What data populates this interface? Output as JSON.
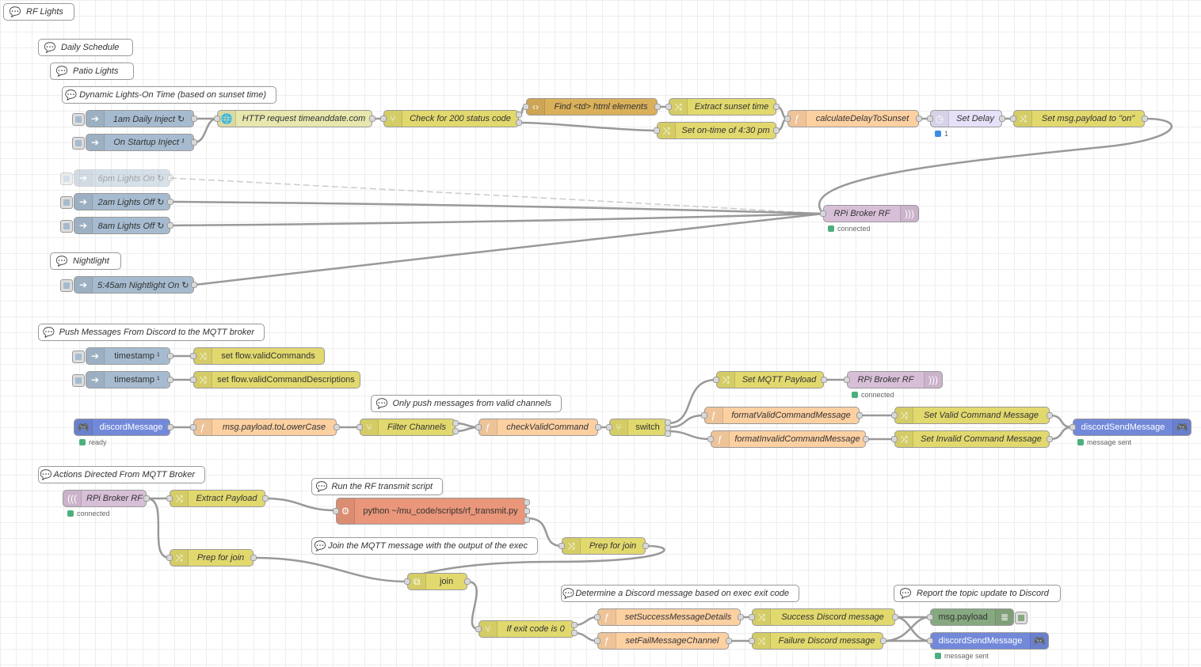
{
  "tab_title": "RF Lights",
  "colors": {
    "inject": "#a6bbcf",
    "function": "#fdd0a2",
    "change": "#e2d96e",
    "mqtt": "#d8bfd8",
    "discord": "#7289da",
    "exec": "#e9967a",
    "debug": "#87a980",
    "status_green": "#4caf7d",
    "status_blue": "#3a8fe0"
  },
  "comments": {
    "daily_schedule": "Daily Schedule",
    "patio_lights": "Patio Lights",
    "dynamic_time": "Dynamic Lights-On Time (based on sunset time)",
    "nightlight": "Nightlight",
    "push_messages": "Push Messages From Discord to the MQTT broker",
    "valid_channels": "Only push messages from valid channels",
    "actions_directed": "Actions Directed From MQTT Broker",
    "run_rf": "Run the RF transmit script",
    "join_msg": "Join the MQTT message with the output of the exec",
    "determine_discord": "Determine a Discord message based on exec exit code",
    "report_topic": "Report the topic update to Discord"
  },
  "nodes": {
    "inject_1am": "1am Daily Inject ↻",
    "inject_startup": "On Startup Inject ¹",
    "http_request": "HTTP request timeanddate.com",
    "check_200": "Check for 200 status code",
    "find_td": "Find <td> html elements",
    "extract_sunset": "Extract sunset time",
    "set_ontime": "Set on-time of 4:30 pm",
    "calc_delay": "calculateDelayToSunset",
    "set_delay": "Set Delay",
    "set_payload_on": "Set msg.payload to \"on\"",
    "inject_6pm": "6pm Lights On ↻",
    "inject_2am": "2am Lights Off ↻",
    "inject_8am": "8am Lights Off ↻",
    "mqtt_out_1": "RPi Broker RF",
    "inject_545": "5:45am Nightlight On ↻",
    "timestamp_1": "timestamp ¹",
    "timestamp_2": "timestamp ¹",
    "set_valid_commands": "set flow.validCommands",
    "set_valid_desc": "set flow.validCommandDescriptions",
    "discord_message": "discordMessage",
    "to_lower": "msg.payload.toLowerCase",
    "filter_channels": "Filter Channels",
    "check_valid": "checkValidCommand",
    "switch_node": "switch",
    "set_mqtt_payload": "Set MQTT Payload",
    "mqtt_out_2": "RPi Broker RF",
    "format_valid": "formatValidCommandMessage",
    "format_invalid": "formatInvalidCommandMessage",
    "set_valid_msg": "Set Valid Command Message",
    "set_invalid_msg": "Set Invalid Command Message",
    "discord_send_1": "discordSendMessage",
    "mqtt_in": "RPi Broker RF",
    "extract_payload": "Extract Payload",
    "exec_python": "python ~/mu_code/scripts/rf_transmit.py",
    "prep_join_1": "Prep for join",
    "prep_join_2": "Prep for join",
    "join_node": "join",
    "if_exit_0": "If exit code is 0",
    "set_success": "setSuccessMessageDetails",
    "set_fail": "setFailMessageChannel",
    "success_discord": "Success Discord message",
    "failure_discord": "Failure Discord message",
    "debug_payload": "msg.payload",
    "discord_send_2": "discordSendMessage"
  },
  "statuses": {
    "delay_count": "1",
    "mqtt_out_1": "connected",
    "mqtt_out_2": "connected",
    "discord_ready": "ready",
    "discord_sent_1": "message sent",
    "mqtt_in": "connected",
    "discord_sent_2": "message sent"
  }
}
